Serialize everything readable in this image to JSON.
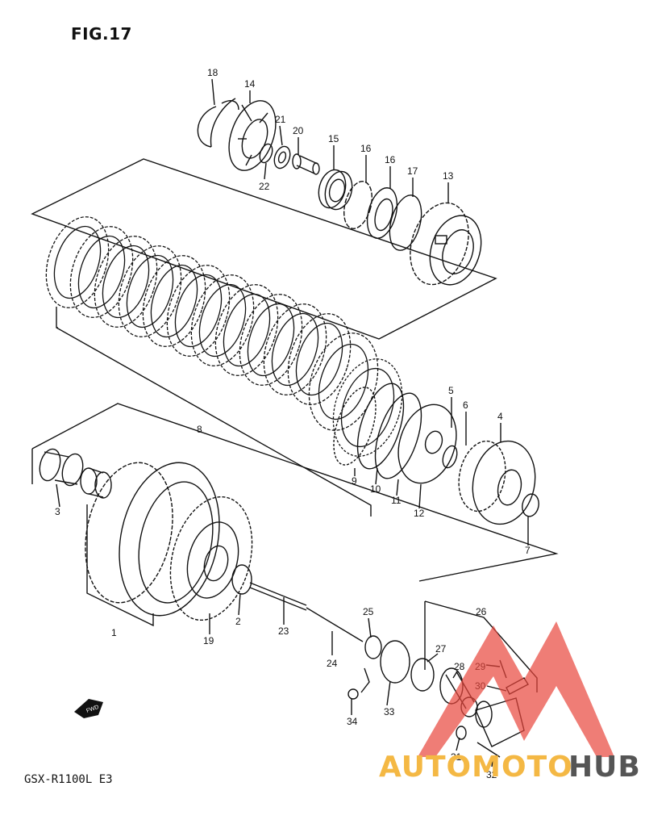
{
  "figure": {
    "title": "FIG.17",
    "model": "GSX-R1100L E3"
  },
  "fwd_label": "FWD",
  "watermark": {
    "part1": "AUTOMOTO",
    "part2": "HUB",
    "color_red": "#e8463c",
    "color_yellow": "#f4b844"
  },
  "callouts": {
    "c1": "1",
    "c2": "2",
    "c3": "3",
    "c4": "4",
    "c5": "5",
    "c6": "6",
    "c7": "7",
    "c8": "8",
    "c9": "9",
    "c10": "10",
    "c11": "11",
    "c12": "12",
    "c13": "13",
    "c14": "14",
    "c15": "15",
    "c16a": "16",
    "c16b": "16",
    "c17": "17",
    "c18": "18",
    "c19": "19",
    "c20": "20",
    "c21": "21",
    "c22": "22",
    "c23": "23",
    "c24": "24",
    "c25": "25",
    "c26": "26",
    "c27": "27",
    "c28": "28",
    "c29": "29",
    "c30": "30",
    "c31": "31",
    "c32": "32",
    "c33": "33",
    "c34": "34"
  }
}
